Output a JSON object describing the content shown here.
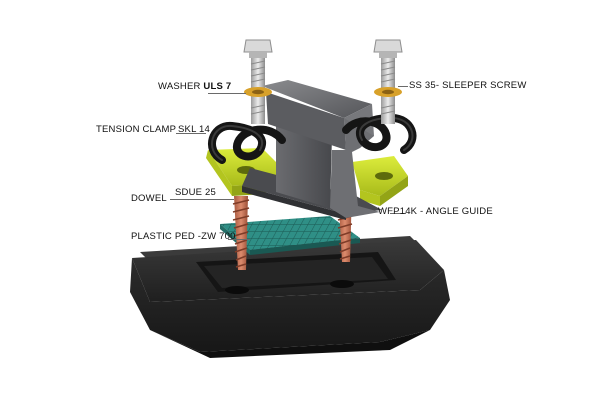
{
  "labels": {
    "washer": "WASHER",
    "washer_code": "ULS 7",
    "sleeper_screw": "SS 35- SLEEPER SCREW",
    "tension_clamp": "TENSION  CLAMP",
    "tension_clamp_code": "SKL 14",
    "dowel": "DOWEL",
    "dowel_code": "SDUE 25",
    "angle_guide": "WFP14K - ANGLE GUIDE",
    "plastic_ped": "PLASTIC PED -ZW 700"
  },
  "colors": {
    "sleeper": "#2b2b2b",
    "rail": "#5f6063",
    "angle_guide": "#c8dc28",
    "pad": "#2f8f86",
    "dowel": "#c8775c",
    "clamp": "#141414",
    "screw": "#c9c9c9",
    "washer": "#d8a12a"
  }
}
